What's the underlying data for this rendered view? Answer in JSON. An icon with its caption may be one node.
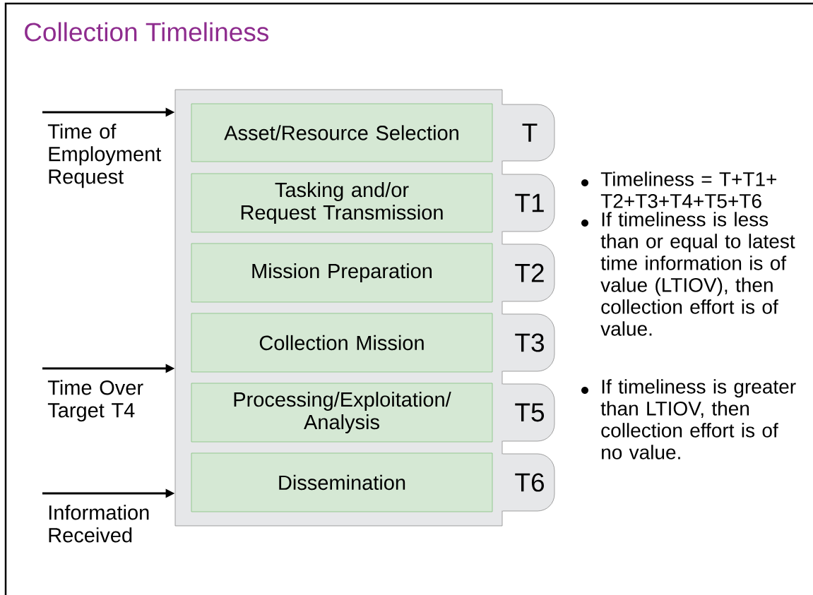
{
  "diagram": {
    "title": "Collection Timeliness",
    "nodes": [
      {
        "text": [],
        "shape": "box"
      },
      {
        "text": [
          "Asset/Resource Selection"
        ],
        "in": 0
      },
      {
        "text": [
          "T"
        ]
      },
      {
        "text": [
          "Tasking and/or Request Transmission"
        ],
        "in": 0
      },
      {
        "text": [
          "T1"
        ]
      },
      {
        "text": [
          "Mission Preparation"
        ],
        "in": 0
      },
      {
        "text": [
          "T2"
        ]
      },
      {
        "text": [
          "Collection Mission"
        ],
        "in": 0
      },
      {
        "text": [
          "T3"
        ]
      },
      {
        "text": [
          "Processing/Exploitation/ Analysis"
        ],
        "in": 0
      },
      {
        "text": [
          "T5"
        ]
      },
      {
        "text": [
          "Dissemination"
        ],
        "in": 0
      },
      {
        "text": [
          "T6"
        ]
      },
      {
        "text": [
          "Time of Employment Request"
        ]
      },
      {
        "text": [
          "Time Over Target T4"
        ]
      },
      {
        "text": [
          "Information Received"
        ]
      }
    ],
    "edges": [
      {
        "from": 13,
        "to": 0,
        "arrow": "to"
      },
      {
        "from": 14,
        "to": 0,
        "arrow": "to"
      },
      {
        "from": 15,
        "to": 0,
        "arrow": "to"
      }
    ],
    "labels": [
      "Timeliness = T+T1+ T2+T3+T4+T5+T6",
      "If timeliness is less than or equal to latest time information is of value (LTIOV), then collection effort is of value.",
      "If timeliness is greater than LTIOV, then collection effort is of no value."
    ]
  }
}
